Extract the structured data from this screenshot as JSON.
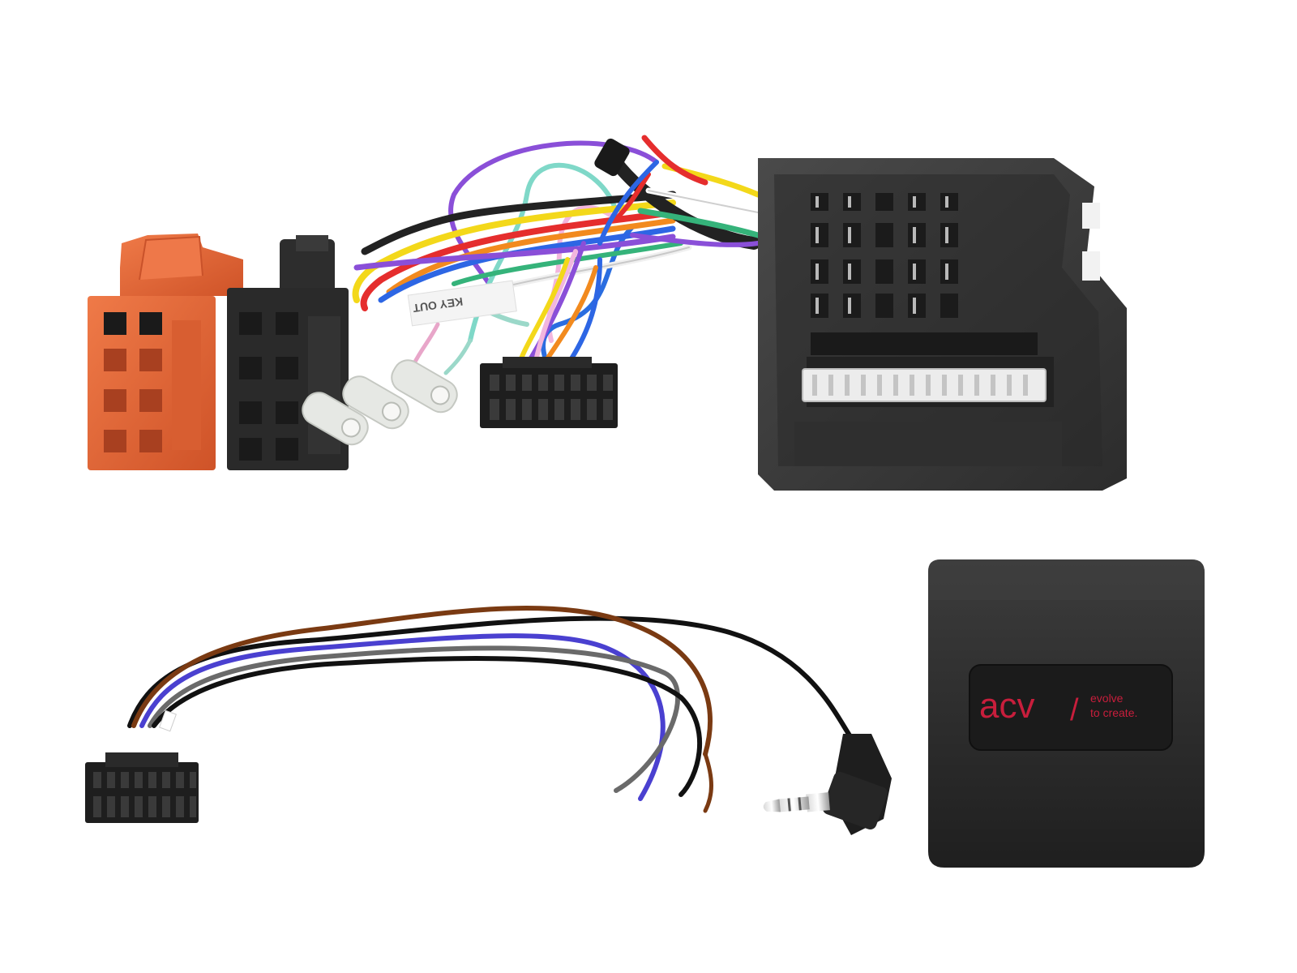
{
  "product": {
    "harness_label": "KEY OUT",
    "module": {
      "brand": "acv",
      "slash": "/",
      "tagline_line1": "evolve",
      "tagline_line2": "to create."
    }
  },
  "colors": {
    "iso_power_connector": "#e2673a",
    "iso_speaker_connector": "#2a2a2a",
    "quadlock_body": "#3a3a3a",
    "module_body": "#2b2b2b",
    "brand_red": "#c81e3c",
    "background": "#ffffff"
  }
}
